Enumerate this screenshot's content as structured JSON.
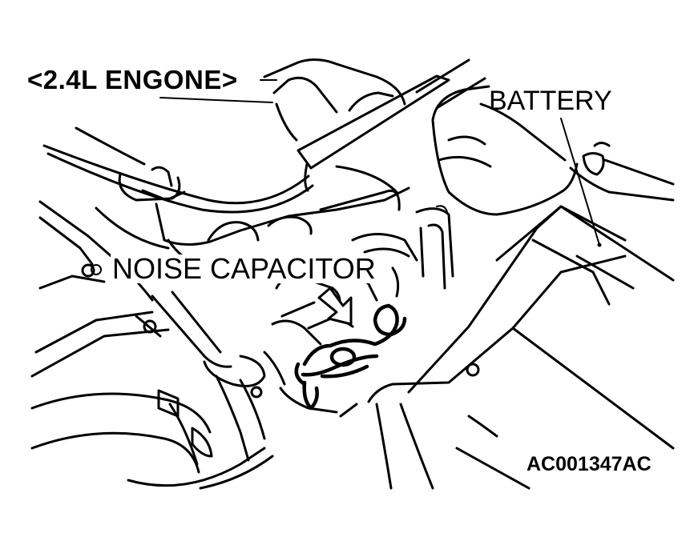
{
  "figure": {
    "title": "<2.4L ENGONE>",
    "callouts": {
      "battery": "BATTERY",
      "noise_capacitor": "NOISE CAPACITOR"
    },
    "figure_code": "AC001347AC",
    "icons": [
      "pointer-arrow-icon"
    ],
    "colors": {
      "ink": "#000000",
      "paper": "#ffffff"
    }
  }
}
